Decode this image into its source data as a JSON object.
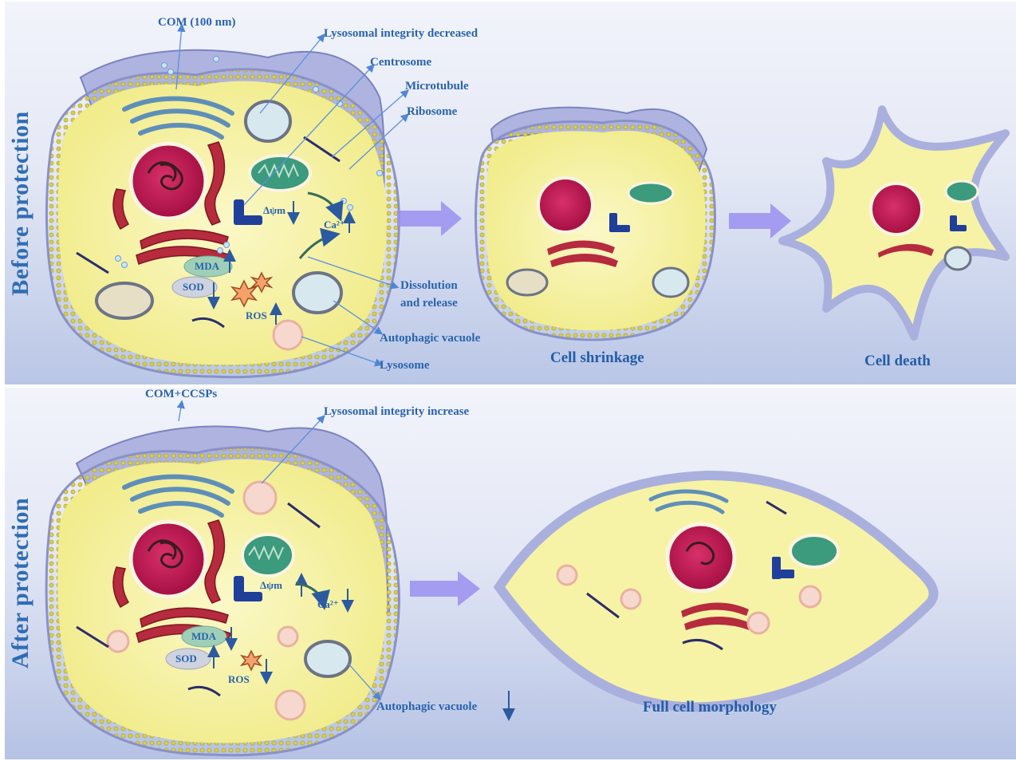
{
  "top_panel": {
    "title": "Before protection",
    "labels": {
      "com": "COM (100 nm)",
      "lysosomal_integrity": "Lysosomal integrity decreased",
      "centrosome": "Centrosome",
      "microtubule": "Microtubule",
      "ribosome": "Ribosome",
      "delta_psi": "Δψm",
      "calcium": "Ca²⁺",
      "mda": "MDA",
      "sod": "SOD",
      "ros": "ROS",
      "dissolution_1": "Dissolution",
      "dissolution_2": "and release",
      "autophagic_vacuole": "Autophagic vacuole",
      "lysosome": "Lysosome"
    },
    "stages": [
      "Cell shrinkage",
      "Cell death"
    ]
  },
  "bottom_panel": {
    "title": "After protection",
    "labels": {
      "com_ccsps": "COM+CCSPs",
      "lysosomal_integrity": "Lysosomal integrity increase",
      "delta_psi": "Δψm",
      "calcium": "Ca²⁺",
      "mda": "MDA",
      "sod": "SOD",
      "ros": "ROS",
      "autophagic_vacuole": "Autophagic vacuole"
    },
    "stages": [
      "Full cell morphology"
    ]
  },
  "colors": {
    "label_blue": "#2a63ad",
    "cytoplasm": "#f7f3a6",
    "membrane": "#9aa3d8",
    "nucleus": "#c2134f",
    "mitochondria": "#3c9a7d",
    "stage_arrow": "#9a8ff0"
  }
}
